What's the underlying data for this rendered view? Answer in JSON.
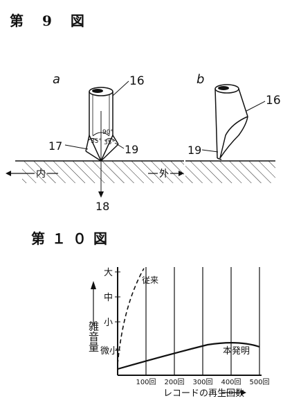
{
  "fig9": {
    "title": "第 9 図",
    "panel_a": {
      "label": "a",
      "tool_ref": "16",
      "left_face_ref": "17",
      "right_face_ref": "19",
      "axis_ref": "18",
      "angle_top": "90°",
      "angle_left": "35°",
      "angle_right": "35°"
    },
    "panel_b": {
      "label": "b",
      "tool_ref": "16",
      "face_ref": "19"
    },
    "inner_label": "内",
    "outer_label": "外"
  },
  "fig10": {
    "title": "第１０図",
    "y_axis_label": "雑音量",
    "y_ticks": [
      "大",
      "中",
      "小",
      "微小"
    ],
    "x_ticks": [
      "100回",
      "200回",
      "300回",
      "400回",
      "500回"
    ],
    "x_axis_label": "レコードの再生回数",
    "curve_prior_label": "従来",
    "curve_invention_label": "本発明"
  }
}
